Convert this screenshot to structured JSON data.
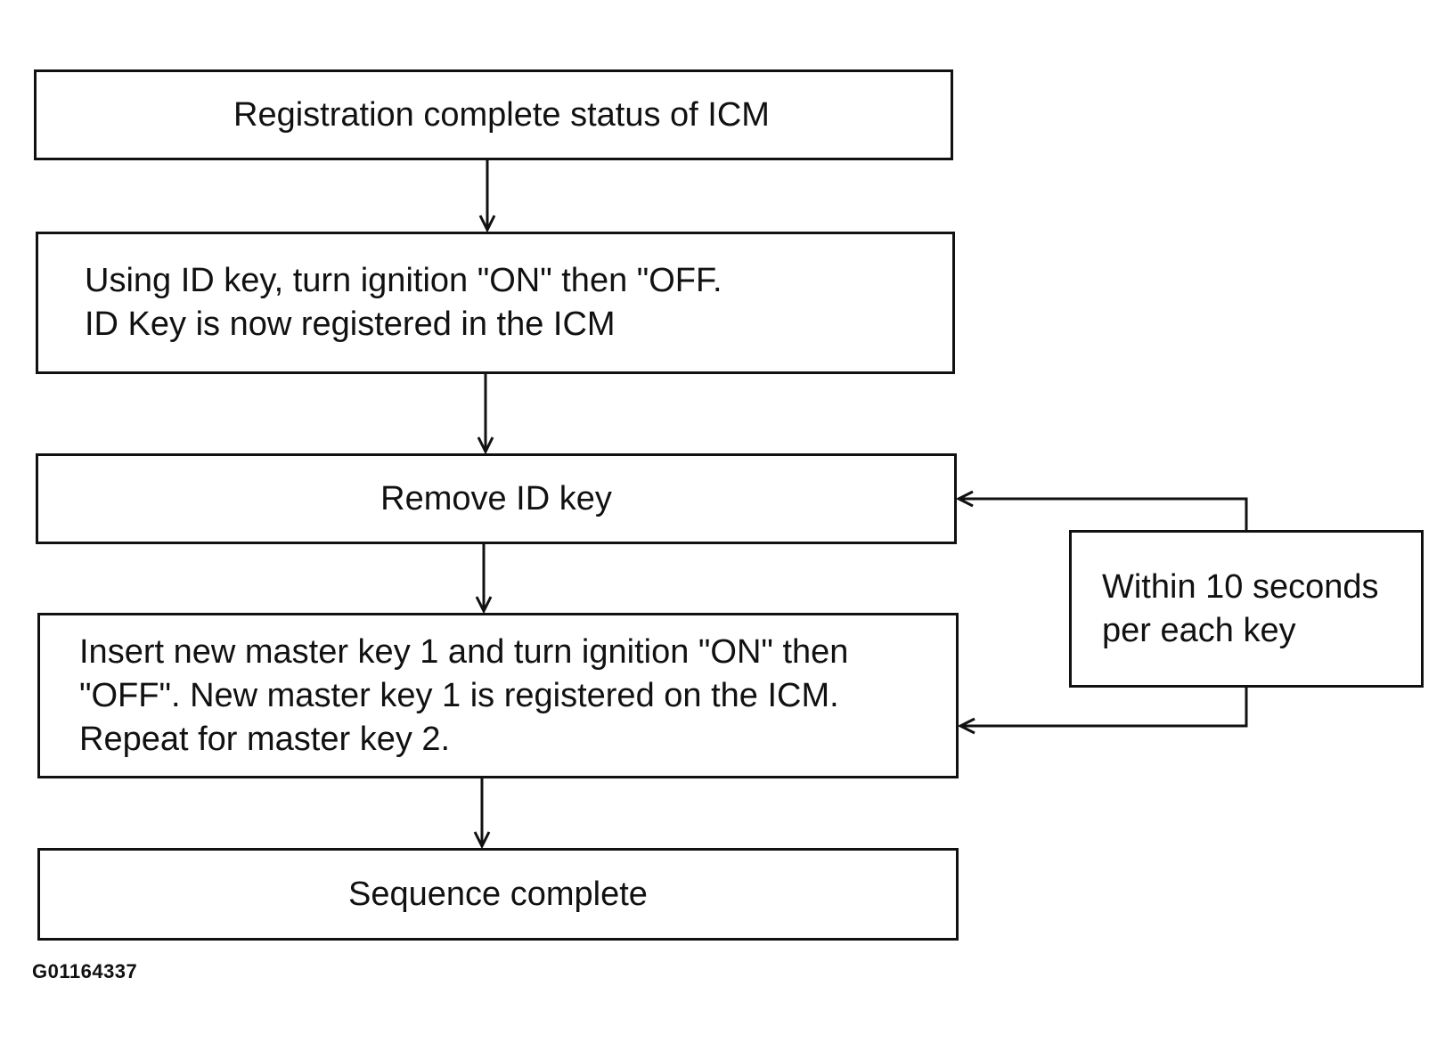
{
  "diagram": {
    "type": "flowchart",
    "steps": [
      {
        "id": "s1",
        "text": "Registration complete status of ICM"
      },
      {
        "id": "s2",
        "text": "Using ID key, turn ignition \"ON\" then \"OFF.\nID Key is now registered in the ICM"
      },
      {
        "id": "s3",
        "text": "Remove ID key"
      },
      {
        "id": "s4",
        "text": "Insert new master key 1 and turn ignition \"ON\" then\n\"OFF\".  New master key 1 is registered on the ICM.\nRepeat for master key 2."
      },
      {
        "id": "s5",
        "text": "Sequence complete"
      }
    ],
    "side_note": {
      "text": "Within 10 seconds\nper each key"
    },
    "edges": [
      {
        "from": "s1",
        "to": "s2"
      },
      {
        "from": "s2",
        "to": "s3"
      },
      {
        "from": "s3",
        "to": "s4"
      },
      {
        "from": "s4",
        "to": "s5"
      },
      {
        "from": "side_note",
        "to": "s3"
      },
      {
        "from": "side_note",
        "to": "s4"
      }
    ],
    "line_color": "#111111"
  },
  "figure_id": "G01164337"
}
